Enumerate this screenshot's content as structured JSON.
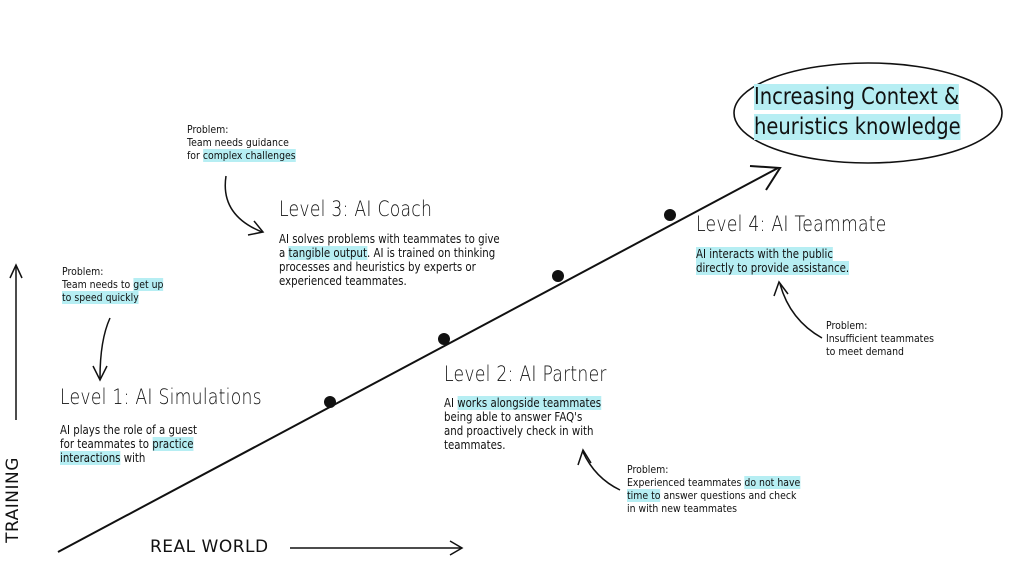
{
  "highlight_color": "#b6eef3",
  "goal": {
    "lines": [
      [
        {
          "t": "Increasing Context &",
          "h": true
        }
      ],
      [
        {
          "t": "heuristics knowledge",
          "h": true
        }
      ]
    ]
  },
  "axes": {
    "x_label": "REAL WORLD",
    "y_label": "TRAINING"
  },
  "levels": [
    {
      "title": "Level 1: AI Simulations",
      "body": [
        [
          {
            "t": "AI plays the role of a guest",
            "h": false
          }
        ],
        [
          {
            "t": "for teammates to ",
            "h": false
          },
          {
            "t": "practice",
            "h": true
          }
        ],
        [
          {
            "t": "interactions",
            "h": true
          },
          {
            "t": " with",
            "h": false
          }
        ]
      ],
      "problem": [
        [
          {
            "t": "Problem:",
            "h": false
          }
        ],
        [
          {
            "t": "Team needs to ",
            "h": false
          },
          {
            "t": "get up",
            "h": true
          }
        ],
        [
          {
            "t": "to speed quickly",
            "h": true
          }
        ]
      ]
    },
    {
      "title": "Level 2: AI Partner",
      "body": [
        [
          {
            "t": "AI ",
            "h": false
          },
          {
            "t": "works alongside teammates",
            "h": true
          }
        ],
        [
          {
            "t": "being able to answer FAQ's",
            "h": false
          }
        ],
        [
          {
            "t": "and proactively check in with",
            "h": false
          }
        ],
        [
          {
            "t": "teammates.",
            "h": false
          }
        ]
      ],
      "problem": [
        [
          {
            "t": "Problem:",
            "h": false
          }
        ],
        [
          {
            "t": "Experienced teammates ",
            "h": false
          },
          {
            "t": "do not have",
            "h": true
          }
        ],
        [
          {
            "t": "time to",
            "h": true
          },
          {
            "t": " answer questions and check",
            "h": false
          }
        ],
        [
          {
            "t": "in with new teammates",
            "h": false
          }
        ]
      ]
    },
    {
      "title": "Level 3: AI Coach",
      "body": [
        [
          {
            "t": "AI solves problems with teammates to give",
            "h": false
          }
        ],
        [
          {
            "t": "a ",
            "h": false
          },
          {
            "t": "tangible output",
            "h": true
          },
          {
            "t": ". AI is trained on thinking",
            "h": false
          }
        ],
        [
          {
            "t": "processes and heuristics by experts or",
            "h": false
          }
        ],
        [
          {
            "t": "experienced teammates.",
            "h": false
          }
        ]
      ],
      "problem": [
        [
          {
            "t": "Problem:",
            "h": false
          }
        ],
        [
          {
            "t": "Team needs guidance",
            "h": false
          }
        ],
        [
          {
            "t": "for ",
            "h": false
          },
          {
            "t": "complex challenges",
            "h": true
          }
        ]
      ]
    },
    {
      "title": "Level 4: AI Teammate",
      "body": [
        [
          {
            "t": "AI interacts with the public",
            "h": true
          }
        ],
        [
          {
            "t": "directly to provide assistance.",
            "h": true
          }
        ]
      ],
      "problem": [
        [
          {
            "t": "Problem:",
            "h": false
          }
        ],
        [
          {
            "t": "Insufficient teammates",
            "h": false
          }
        ],
        [
          {
            "t": "to meet demand",
            "h": false
          }
        ]
      ]
    }
  ]
}
